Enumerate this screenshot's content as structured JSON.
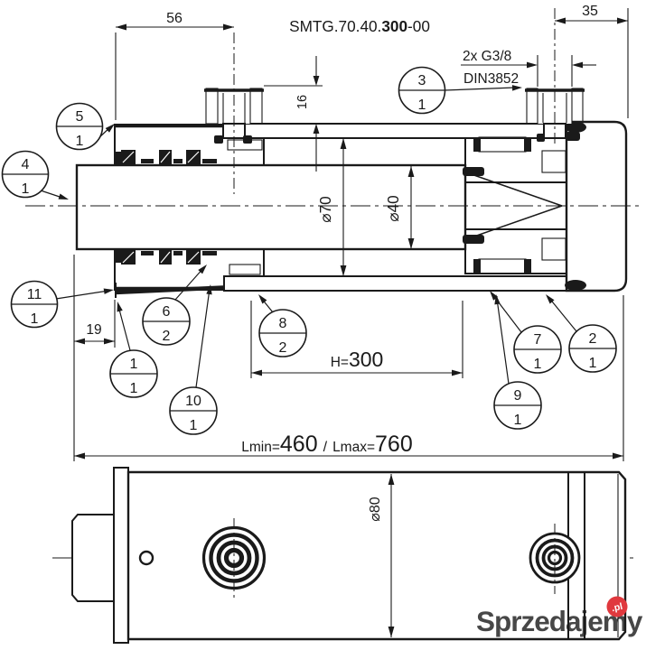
{
  "title": {
    "full": "SMTG.70.40.300-00",
    "prefix": "SMTG.70.40.",
    "bold": "300",
    "suffix": "-00"
  },
  "ports": {
    "thread": "2x G3/8",
    "standard": "DIN3852"
  },
  "dimensions": {
    "top_left": "56",
    "top_right": "35",
    "wall": "16",
    "bore": "⌀70",
    "rod": "⌀40",
    "stroke_label": "H=",
    "stroke_value": "300",
    "retract_label": "Lmin=",
    "retract_value": "460",
    "length_separator": "/",
    "extend_label": "Lmax=",
    "extend_value": "760",
    "gland_offset": "19",
    "outer": "⌀80"
  },
  "balloons": [
    {
      "name": "5",
      "qty": "1"
    },
    {
      "name": "4",
      "qty": "1"
    },
    {
      "name": "3",
      "qty": "1"
    },
    {
      "name": "11",
      "qty": "1"
    },
    {
      "name": "6",
      "qty": "2"
    },
    {
      "name": "1",
      "qty": "1"
    },
    {
      "name": "10",
      "qty": "1"
    },
    {
      "name": "8",
      "qty": "2"
    },
    {
      "name": "7",
      "qty": "1"
    },
    {
      "name": "9",
      "qty": "1"
    },
    {
      "name": "2",
      "qty": "1"
    }
  ],
  "watermark": {
    "text": "Sprzedajemy",
    "suffix": ".pl"
  },
  "colors": {
    "line": "#1a1a1a",
    "background": "#ffffff",
    "watermark_text": "#c4c4c4",
    "watermark_badge": "#e0393e"
  }
}
